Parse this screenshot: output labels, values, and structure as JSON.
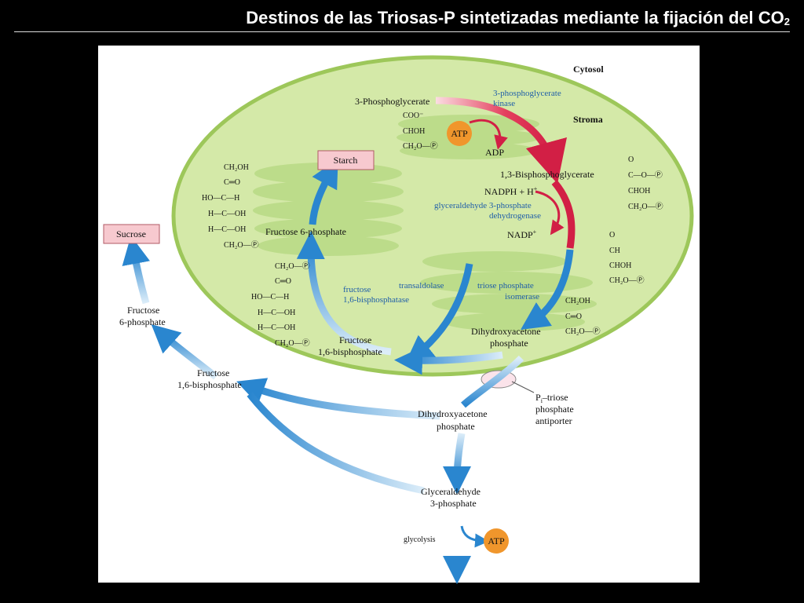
{
  "slide": {
    "title": "Destinos de las Triosas-P sintetizadas mediante la fijación del CO",
    "title_sub": "2"
  },
  "compartments": {
    "cytosol": "Cytosol",
    "stroma": "Stroma"
  },
  "metabolites": {
    "pga": "3-Phosphoglycerate",
    "bpg": "1,3-Bisphosphoglycerate",
    "dhap_stroma": [
      "Dihydroxyacetone",
      "phosphate"
    ],
    "fbp_stroma": [
      "Fructose",
      "1,6-bisphosphate"
    ],
    "f6p_stroma": "Fructose 6-phosphate",
    "starch": "Starch",
    "sucrose": "Sucrose",
    "f6p_cyto": [
      "Fructose",
      "6-phosphate"
    ],
    "fbp_cyto": [
      "Fructose",
      "1,6-bisphosphate"
    ],
    "dhap_cyto": [
      "Dihydroxyacetone",
      "phosphate"
    ],
    "g3p_cyto": [
      "Glyceraldehyde",
      "3-phosphate"
    ],
    "glycolysis": "glycolysis"
  },
  "cofactors": {
    "atp": "ATP",
    "adp": "ADP",
    "nadph": "NADPH + H",
    "nadp": "NADP",
    "atp_glycolysis": "ATP"
  },
  "enzymes": {
    "pgk": [
      "3-phosphoglycerate",
      "kinase"
    ],
    "gapdh": [
      "glyceraldehyde 3-phosphate",
      "dehydrogenase"
    ],
    "tpi": [
      "triose phosphate",
      "isomerase"
    ],
    "transaldolase": "transaldolase",
    "fbpase": [
      "fructose",
      "1,6-bisphosphatase"
    ]
  },
  "transporter": [
    "P",
    "i",
    "–triose",
    "phosphate",
    "antiporter"
  ],
  "structures": {
    "pga": [
      "COO⁻",
      "CHOH",
      "CH₂O—Ⓟ"
    ],
    "bpg": [
      "O",
      "C—O—Ⓟ",
      "CHOH",
      "CH₂O—Ⓟ"
    ],
    "g3p": [
      "O",
      "CH",
      "CHOH",
      "CH₂O—Ⓟ"
    ],
    "dhap": [
      "CH₂OH",
      "C═O",
      "CH₂O—Ⓟ"
    ],
    "fbp": [
      "CH₂O—Ⓟ",
      "C═O",
      "HO—C—H",
      "H—C—OH",
      "H—C—OH",
      "CH₂O—Ⓟ"
    ],
    "f6p": [
      "CH₂OH",
      "C═O",
      "HO—C—H",
      "H—C—OH",
      "H—C—OH",
      "CH₂O—Ⓟ"
    ]
  },
  "colors": {
    "ellipse_fill": "#d4e9a8",
    "ellipse_stroke": "#9dc75a",
    "thylakoid": "#bcdc8a",
    "red_arrow": "#d21f45",
    "blue_arrow": "#2a86cf",
    "atp_circle": "#f0962c",
    "enzyme_text": "#1f5ea8"
  }
}
